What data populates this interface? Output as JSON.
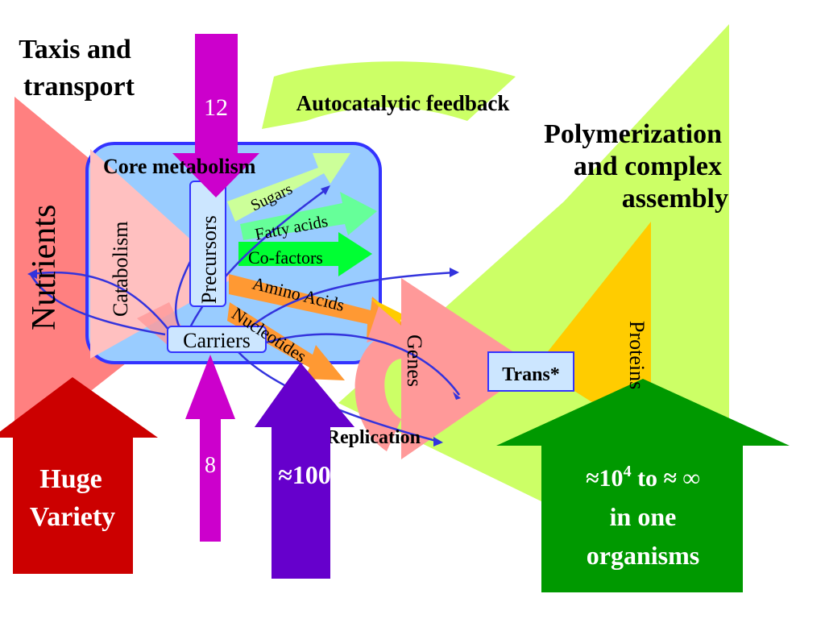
{
  "labels": {
    "taxis_line1": "Taxis and",
    "taxis_line2": "transport",
    "autocatalytic": "Autocatalytic feedback",
    "poly_line1": "Polymerization",
    "poly_line2": "and complex",
    "poly_line3": "assembly",
    "core_metabolism": "Core metabolism",
    "nutrients": "Nutrients",
    "catabolism": "Catabolism",
    "precursors": "Precursors",
    "carriers": "Carriers",
    "sugars": "Sugars",
    "fatty_acids": "Fatty acids",
    "co_factors": "Co-factors",
    "amino_acids": "Amino Acids",
    "nucleotides": "Nucleotides",
    "genes": "Genes",
    "trans": "Trans*",
    "proteins": "Proteins",
    "replication": "Replication",
    "count_12": "12",
    "count_8": "8",
    "count_100": "≈100",
    "huge_line1": "Huge",
    "huge_line2": "Variety",
    "green_prefix": "≈10",
    "green_sup": "4",
    "green_suffix": " to ≈ ∞",
    "green_line2": "in one",
    "green_line3": "organisms"
  },
  "colors": {
    "lime": "#ccff66",
    "salmon": "#ff8080",
    "pink_light": "#ffc0c0",
    "core_fill": "#99ccff",
    "core_border": "#3333ff",
    "magenta": "#cc00cc",
    "purple": "#6600cc",
    "dark_red": "#cc0000",
    "green": "#009900",
    "bright_green": "#00ff33",
    "sea_green": "#66ff99",
    "light_green": "#ccff99",
    "orange": "#ff9933",
    "gold": "#ffcc00",
    "box_fill": "#cce6ff",
    "arrow_blue": "#3333dd"
  }
}
